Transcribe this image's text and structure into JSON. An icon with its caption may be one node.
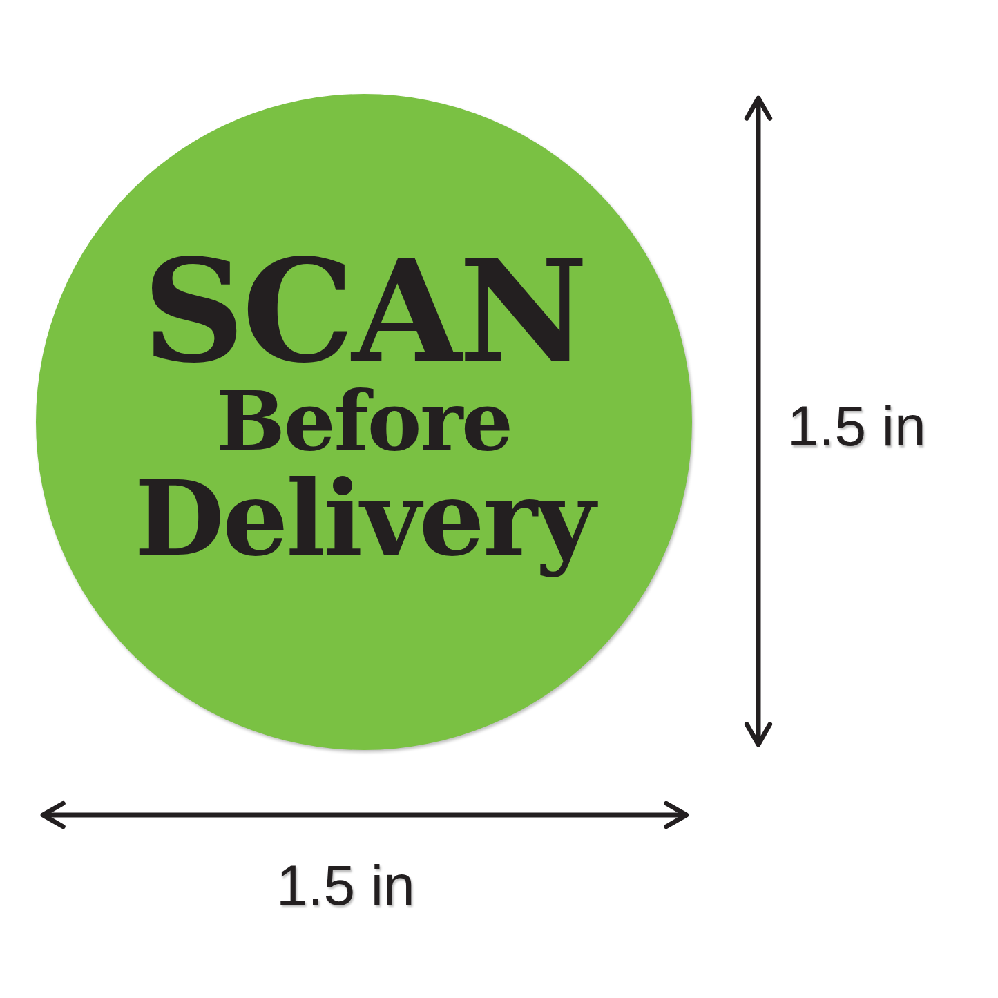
{
  "diagram": {
    "nodes": [
      {
        "text": [
          "SCAN",
          "Before",
          "Delivery"
        ]
      }
    ],
    "labels": [
      "1.5 in",
      "1.5 in"
    ]
  }
}
